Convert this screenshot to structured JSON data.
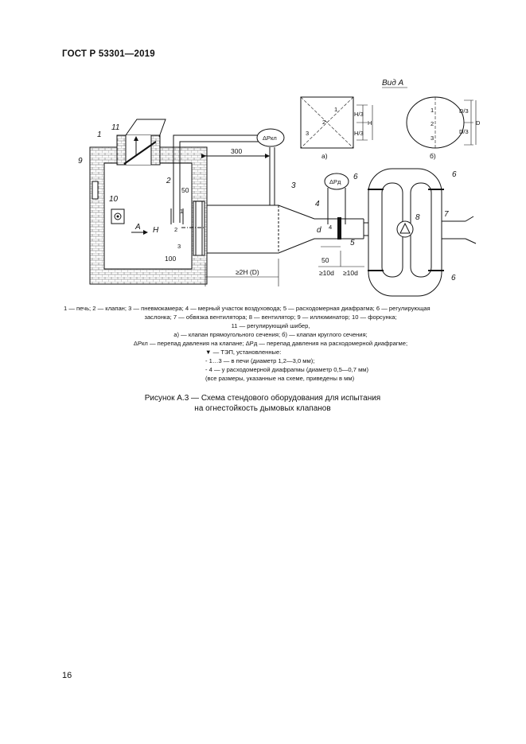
{
  "header": {
    "standard": "ГОСТ Р 53301—2019"
  },
  "diagram": {
    "view_a_title": "Вид А",
    "dim_300": "300",
    "dim_50_left": "50",
    "dim_100": "100",
    "dim_50_right": "50",
    "dim_2H": "≥2H (D)",
    "dim_10d_a": "≥10d",
    "dim_10d_b": "≥10d",
    "dp_valve": "ΔPкл",
    "dp_diaphragm": "ΔPд",
    "label_a": "A",
    "label_H": "H",
    "label_d": "d",
    "sub_a": "а)",
    "sub_b": "б)",
    "sq_H3_top": "H/3",
    "sq_H3_bot": "H/3",
    "sq_H": "H",
    "circ_D3_top": "D/3",
    "circ_D3_bot": "D/3",
    "circ_D": "D",
    "numbers": [
      "1",
      "2",
      "3",
      "4",
      "5",
      "6",
      "6",
      "6",
      "7",
      "8",
      "9",
      "10",
      "11",
      "2",
      "3"
    ],
    "tep": [
      "1",
      "2",
      "3",
      "4"
    ]
  },
  "legend": {
    "line1": "1 — печь; 2 — клапан; 3 — пневмокамера; 4 — мерный участок воздуховода; 5 — расходомерная диафрагма; 6 — регулирующая",
    "line2": "заслонка; 7 — обвязка вентилятора; 8 — вентилятор; 9 — иллюминатор; 10 — форсунка;",
    "line3": "11 — регулирующий шибер,",
    "line4": "а) — клапан прямоугольного сечения; б) — клапан круглого сечения;",
    "line5": "ΔPкл — перепад давления на клапане; ΔPд — перепад давления на расходомерной диафрагме;",
    "line6": "— ТЭП, установленные:",
    "line7": "- 1…3 — в печи (диаметр 1,2—3,0 мм);",
    "line8": "- 4 — у расходомерной диафрагмы (диаметр 0,5—0,7 мм)",
    "line9": "(все размеры, указанные на схеме, приведены в мм)"
  },
  "caption": {
    "line1": "Рисунок А.3 — Схема стендового оборудования для испытания",
    "line2": "на огнестойкость дымовых клапанов"
  },
  "page_number": "16"
}
